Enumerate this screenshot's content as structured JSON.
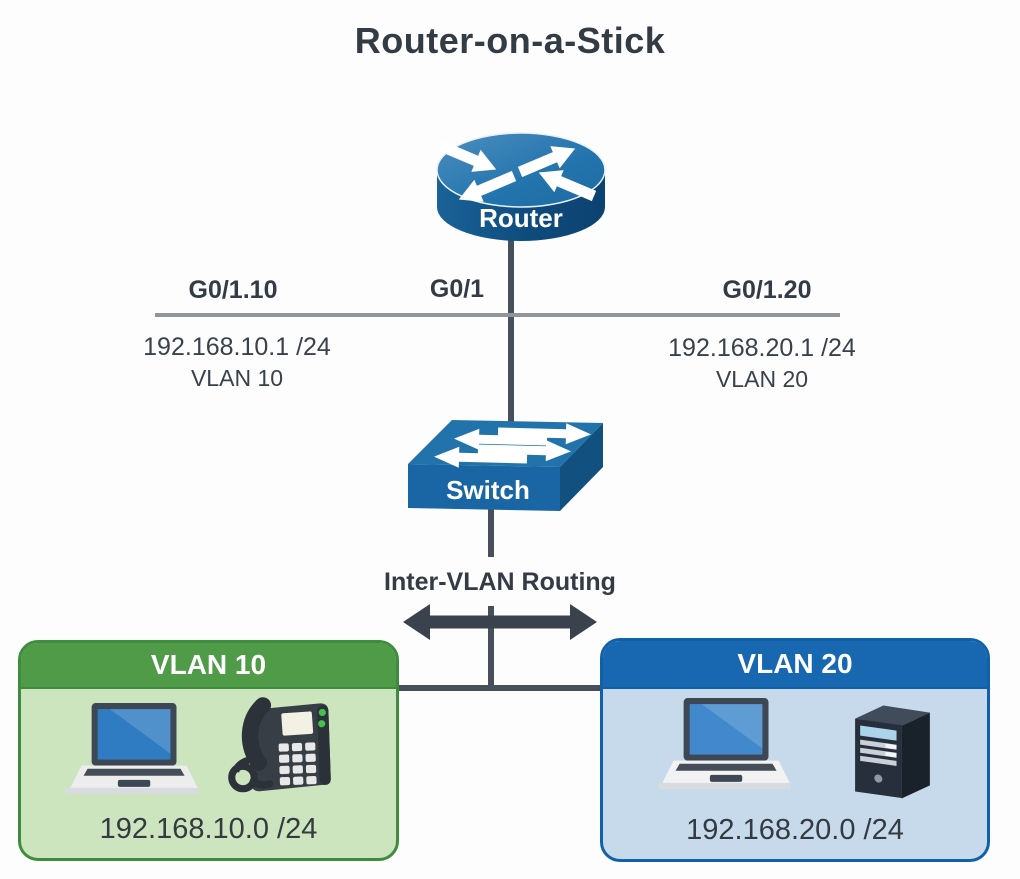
{
  "title": "Router-on-a-Stick",
  "router": {
    "label": "Router"
  },
  "switch": {
    "label": "Switch"
  },
  "links": {
    "trunk_interface": "G0/1",
    "subinterface_left": {
      "name": "G0/1.10",
      "ip": "192.168.10.1 /24",
      "vlan": "VLAN 10"
    },
    "subinterface_right": {
      "name": "G0/1.20",
      "ip": "192.168.20.1 /24",
      "vlan": "VLAN 20"
    },
    "inter_vlan_label": "Inter-VLAN Routing"
  },
  "vlans": [
    {
      "name": "VLAN 10",
      "subnet": "192.168.10.0 /24",
      "devices": [
        "laptop",
        "ip-phone"
      ],
      "header_color": "#4F9B48",
      "body_color": "#CDE5BF",
      "border_color": "#3E8C3E"
    },
    {
      "name": "VLAN 20",
      "subnet": "192.168.20.0 /24",
      "devices": [
        "laptop",
        "server"
      ],
      "header_color": "#1767B1",
      "body_color": "#C6DAEC",
      "border_color": "#1160A8"
    }
  ],
  "colors": {
    "text": "#333B45",
    "link_line": "#474F5B",
    "trunk_bar": "#8F959B",
    "arrow": "#3A424E",
    "router_top": "#2374AD",
    "router_body": "#0E4B7D",
    "switch_top": "#2273AC",
    "switch_front": "#1A65A3",
    "switch_side": "#12507F"
  }
}
